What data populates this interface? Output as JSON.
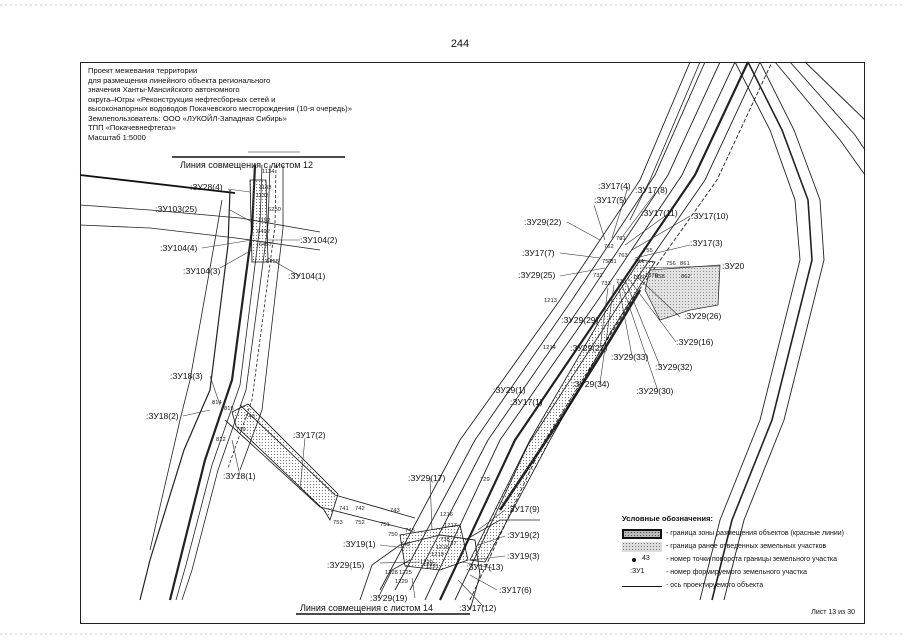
{
  "page_number": "244",
  "title_block": [
    "Проект межевания территории",
    "для размещения линейного объекта регионального",
    "значения Ханты-Мансийского автономного",
    "округа–Югры «Реконструкция нефтесборных сетей и",
    "высоконапорных водоводов Покачевского месторождения (10-я очередь)»",
    "Землепользователь: ООО «ЛУКОЙЛ-Западная Сибирь»",
    "ТПП «Покачевнефтегаз»",
    "Масштаб 1:5000"
  ],
  "match_lines": {
    "top": "Линия совмещения с листом 12",
    "bottom": "Линия совмещения с листом 14"
  },
  "parcel_labels": [
    ":ЗУ28(4)",
    ":ЗУ103(25)",
    ":ЗУ104(2)",
    ":ЗУ104(4)",
    ":ЗУ104(3)",
    ":ЗУ104(1)",
    ":ЗУ18(3)",
    ":ЗУ18(2)",
    ":ЗУ18(1)",
    ":ЗУ17(2)",
    ":ЗУ17(5)",
    ":ЗУ17(4)",
    ":ЗУ17(8)",
    ":ЗУ17(11)",
    ":ЗУ17(10)",
    ":ЗУ29(22)",
    ":ЗУ17(3)",
    ":ЗУ17(7)",
    ":ЗУ20",
    ":ЗУ29(25)",
    ":ЗУ29(26)",
    ":ЗУ29(29)",
    ":ЗУ29(16)",
    ":ЗУ29(27)",
    ":ЗУ29(33)",
    ":ЗУ29(32)",
    ":ЗУ29(34)",
    ":ЗУ29(30)",
    ":ЗУ29(1)",
    ":ЗУ17(1)",
    ":ЗУ29(17)",
    ":ЗУ17(9)",
    ":ЗУ19(2)",
    ":ЗУ19(1)",
    ":ЗУ19(3)",
    ":ЗУ29(15)",
    ":ЗУ17(13)",
    ":ЗУ17(6)",
    ":ЗУ29(19)",
    ":ЗУ17(12)"
  ],
  "point_labels": [
    "1134",
    "1133",
    "1132",
    "6250",
    "1152",
    "6492",
    "6457",
    "6458",
    "814",
    "815",
    "740",
    "739",
    "812",
    "741",
    "742",
    "743",
    "753",
    "752",
    "751",
    "750",
    "749",
    "745",
    "737",
    "738",
    "1216",
    "1217",
    "1218",
    "1219",
    "1220",
    "1221",
    "1222",
    "1225",
    "1229",
    "1228",
    "729",
    "1213",
    "1214",
    "761",
    "762",
    "763",
    "755",
    "756",
    "754",
    "757",
    "731",
    "732",
    "733",
    "730",
    "1380",
    "1370",
    "858",
    "861",
    "862"
  ],
  "legend": {
    "title": "Условные обозначения:",
    "items": [
      {
        "text": "- граница зоны размещения объектов (красные линии)"
      },
      {
        "text": "- граница ранее отведенных земельных участков"
      },
      {
        "symbol": "43",
        "text": "- номер точки поворота границы земельного участка"
      },
      {
        "symbol": ":ЗУ1",
        "text": "- номер формируемого земельного участка"
      },
      {
        "text": "- ось проектируемого объекта"
      }
    ]
  },
  "sheet_number": "Лист 13 из 30"
}
